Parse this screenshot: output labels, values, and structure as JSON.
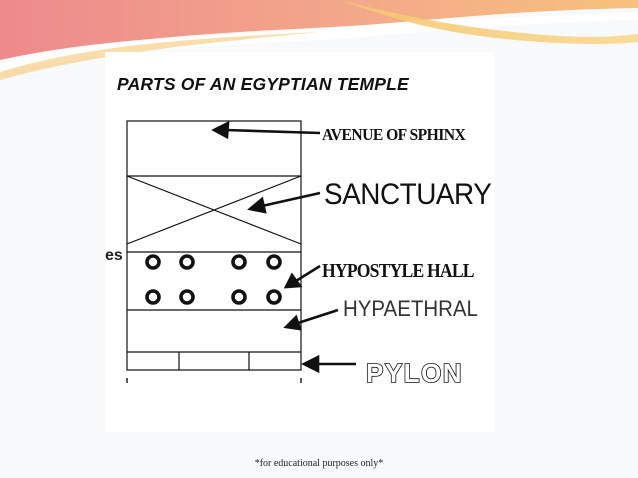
{
  "slide": {
    "title": "PARTS OF AN EGYPTIAN TEMPLE",
    "footnote": "*for educational purposes only*",
    "left_fragment": "es"
  },
  "labels": {
    "avenue": "AVENUE OF SPHINX",
    "sanctuary": "SANCTUARY",
    "hypostyle": "HYPOSTYLE HALL",
    "hypaethral": "HYPAETHRAL",
    "pylon": "PYLON"
  },
  "colors": {
    "banner_pink": "#ee8f8c",
    "banner_orange": "#f6bf78",
    "line": "#111111"
  }
}
